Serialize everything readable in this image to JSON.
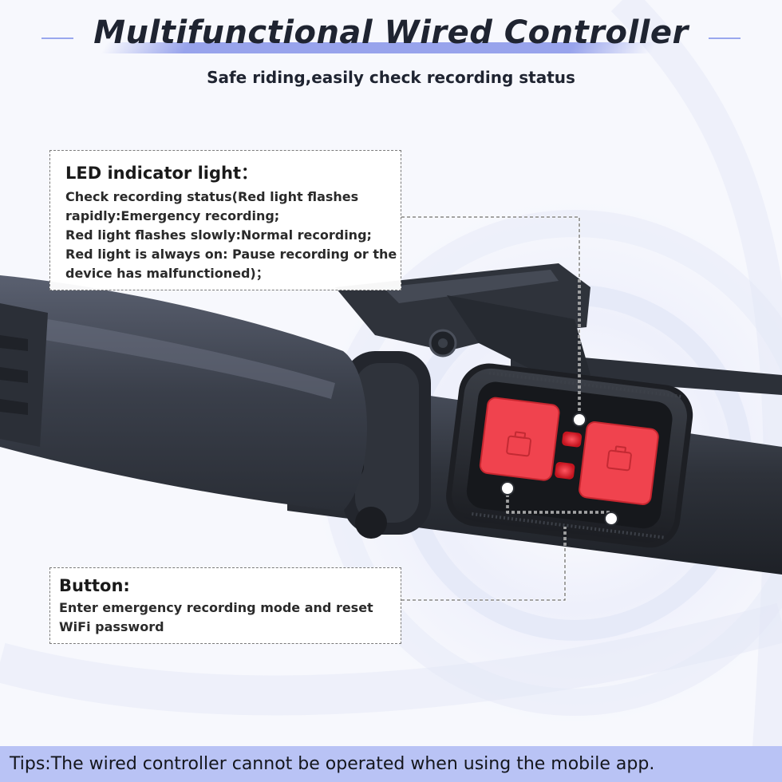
{
  "header": {
    "title": "Multifunctional Wired Controller",
    "subtitle": "Safe riding,easily check recording status"
  },
  "callouts": {
    "led": {
      "heading": "LED indicator light：",
      "lines": [
        "Check recording status(Red light flashes",
        "rapidly:Emergency recording;",
        "Red light flashes slowly:Normal recording;",
        "Red light is always on: Pause recording or the",
        "device has malfunctioned)；"
      ]
    },
    "button": {
      "heading": "Button:",
      "lines": [
        "Enter emergency recording mode and reset",
        "WiFi password"
      ]
    }
  },
  "footer": {
    "tips": "Tips:The wired controller cannot be operated when using the mobile app."
  },
  "colors": {
    "accent": "#8f9cf0",
    "tips_bar": "#b9c3f5",
    "button_red": "#f0434e",
    "controller_body": "#2a2d33",
    "handlebar": "#3b4049"
  },
  "icons": {
    "left_button_symbol": "camera-icon",
    "right_button_symbol": "camera-icon"
  }
}
